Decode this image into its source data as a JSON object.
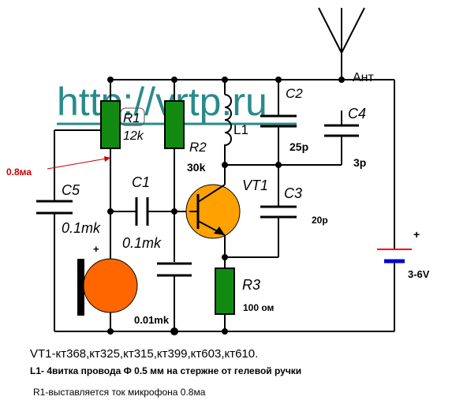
{
  "watermark": "http://vrtp.ru",
  "components": {
    "r1": {
      "name": "R1",
      "value": "12k"
    },
    "r2": {
      "name": "R2",
      "value": "30k"
    },
    "r3": {
      "name": "R3",
      "value": "100 ом"
    },
    "l1": {
      "name": "L1"
    },
    "c1": {
      "name": "C1",
      "value": "0.1mk"
    },
    "c2": {
      "name": "C2",
      "value": "25p"
    },
    "c3": {
      "name": "C3",
      "value": "20p"
    },
    "c4": {
      "name": "C4",
      "value": "3p"
    },
    "c5": {
      "name": "C5",
      "value": "0.1mk"
    },
    "c6": {
      "value": "0.01mk"
    },
    "vt1": {
      "name": "VT1"
    },
    "antenna": {
      "name": "Ант"
    },
    "battery": {
      "voltage": "3-6V",
      "plus": "+"
    },
    "mic": {
      "plus": "+"
    }
  },
  "current_label": "0.8ма",
  "notes": [
    "VT1-кт368,кт325,кт315,кт399,кт603,кт610.",
    "L1- 4витка провода Ф 0.5 мм на стержне от гелевой ручки",
    "R1-выставляется ток микрофона 0.8ма"
  ],
  "colors": {
    "resistor": "#128a12",
    "transistor": "#ffa200",
    "mic": "#ff6600",
    "watermark": "#2a8a8a",
    "battery_plus": "#ff0000",
    "battery_minus": "#0000cc",
    "current": "#cc0000"
  }
}
